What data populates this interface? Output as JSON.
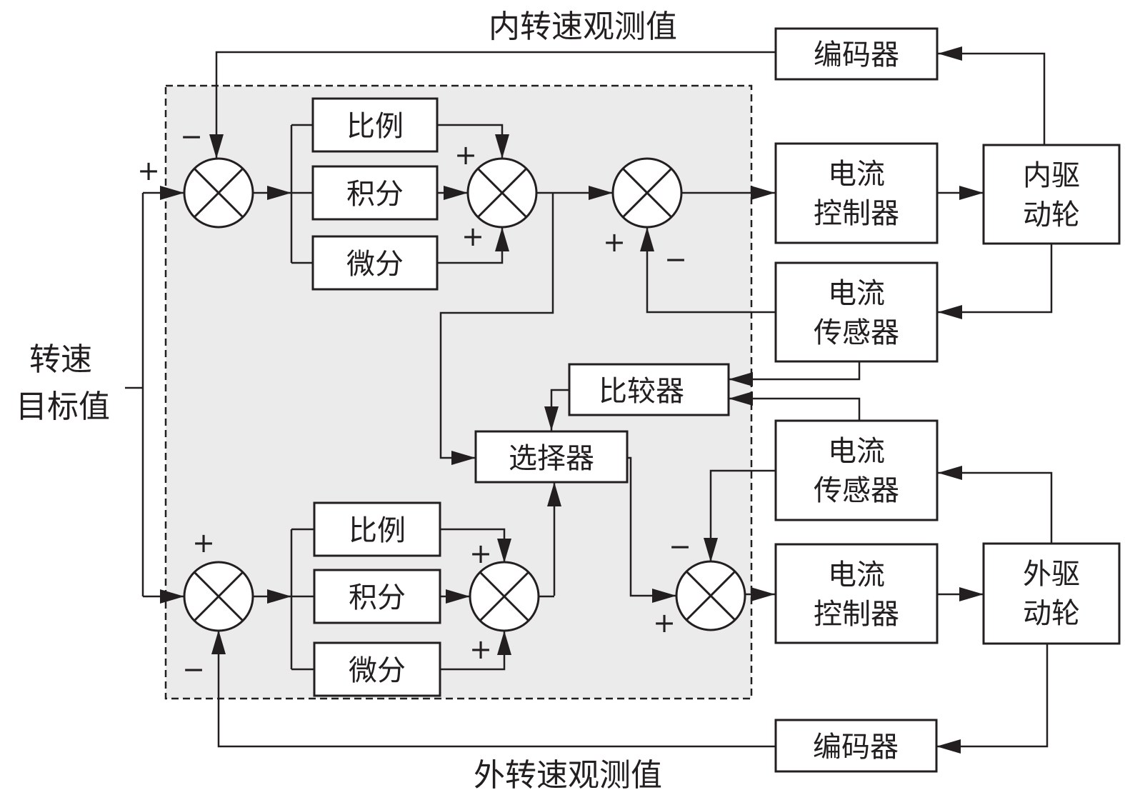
{
  "title_inner_speed": "内转速观测值",
  "title_outer_speed": "外转速观测值",
  "input_label_line1": "转速",
  "input_label_line2": "目标值",
  "pid_top": {
    "p": "比例",
    "i": "积分",
    "d": "微分"
  },
  "pid_bottom": {
    "p": "比例",
    "i": "积分",
    "d": "微分"
  },
  "comparator": "比较器",
  "selector": "选择器",
  "encoder_inner": "编码器",
  "encoder_outer": "编码器",
  "current_controller_inner": {
    "line1": "电流",
    "line2": "控制器"
  },
  "current_controller_outer": {
    "line1": "电流",
    "line2": "控制器"
  },
  "current_sensor_inner": {
    "line1": "电流",
    "line2": "传感器"
  },
  "current_sensor_outer": {
    "line1": "电流",
    "line2": "传感器"
  },
  "inner_wheel": {
    "line1": "内驱",
    "line2": "动轮"
  },
  "outer_wheel": {
    "line1": "外驱",
    "line2": "动轮"
  },
  "signs": {
    "plus": "+",
    "minus": "−"
  },
  "colors": {
    "stroke": "#231f20",
    "shaded_region": "#ebebeb"
  }
}
